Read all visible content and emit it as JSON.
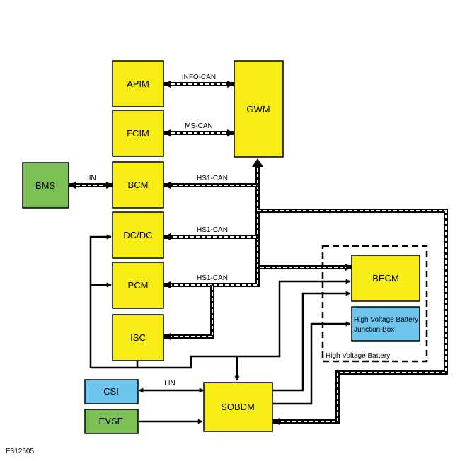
{
  "colors": {
    "module_fill": "#f7ec13",
    "bms_fill": "#7ac055",
    "evse_fill": "#7ac055",
    "csi_fill": "#6ec5ee",
    "hvjb_fill": "#6ec5ee",
    "stroke": "#000000"
  },
  "modules": {
    "apim": "APIM",
    "fcim": "FCIM",
    "gwm": "GWM",
    "bms": "BMS",
    "bcm": "BCM",
    "dcdc": "DC/DC",
    "pcm": "PCM",
    "isc": "ISC",
    "becm": "BECM",
    "hvjb_line1": "High Voltage Battery",
    "hvjb_line2": "Junction Box",
    "csi": "CSI",
    "evse": "EVSE",
    "sobdm": "SOBDM"
  },
  "buses": {
    "info_can": "INFO-CAN",
    "ms_can": "MS-CAN",
    "lin_bms": "LIN",
    "hs1_bcm": "HS1-CAN",
    "hs1_dcdc": "HS1-CAN",
    "hs1_pcm": "HS1-CAN",
    "lin_csi": "LIN"
  },
  "labels": {
    "hv_battery": "High Voltage Battery",
    "figure_id": "E312605"
  }
}
